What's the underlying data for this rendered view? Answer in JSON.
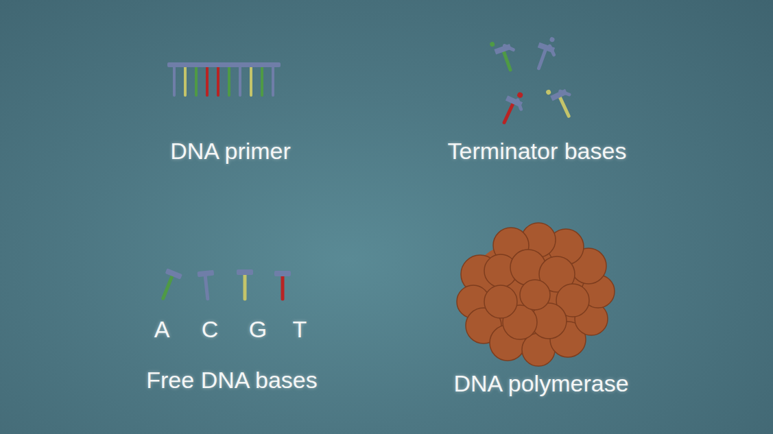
{
  "diagram": {
    "labels": [
      "DNA primer",
      "Terminator bases",
      "A",
      "C",
      "G",
      "T",
      "Free DNA bases",
      "DNA polymerase"
    ]
  }
}
